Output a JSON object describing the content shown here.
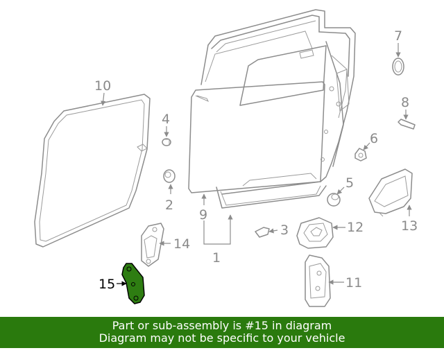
{
  "callouts": {
    "c1": "1",
    "c2": "2",
    "c3": "3",
    "c4": "4",
    "c5": "5",
    "c6": "6",
    "c7": "7",
    "c8": "8",
    "c9": "9",
    "c10": "10",
    "c11": "11",
    "c12": "12",
    "c13": "13",
    "c14": "14",
    "c15": "15"
  },
  "highlight": {
    "part_number": "15",
    "fill_color": "#2e7d12"
  },
  "banner": {
    "line1": "Part or sub-assembly is #15 in diagram",
    "line2": "Diagram may not be specific to your vehicle",
    "background": "#2a7a0d"
  }
}
